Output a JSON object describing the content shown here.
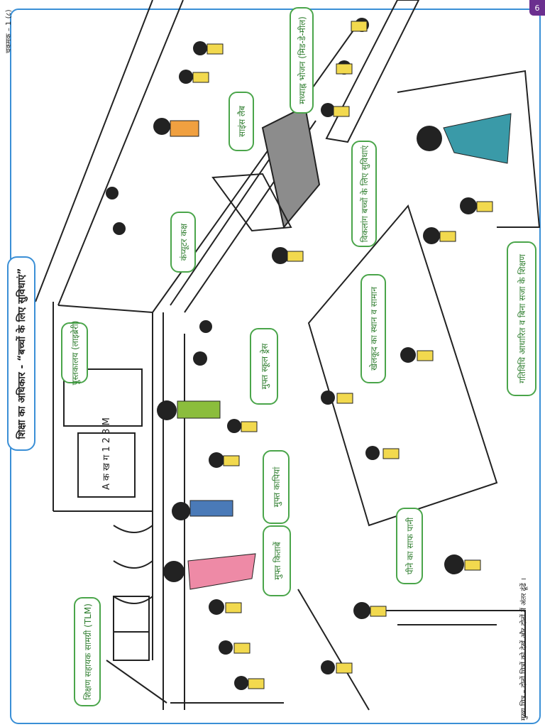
{
  "header": {
    "page_ref": "चकमक – 1 (८)",
    "title": "शिक्षा का अधिकार - “बच्चों के लिए सुविधाएं”",
    "page_number": "6"
  },
  "labels": {
    "mid_day_meal": "मध्याह्न भोजन (मिड-डे-मील)",
    "science_lab": "साइंस लैब",
    "computer_room": "कंप्यूटर कक्ष",
    "disabled_facilities": "विकलांग बच्चों के लिए सुविधाएं",
    "library": "पुस्तकालय (लाइब्रेरी)",
    "free_uniform": "मुफ्त स्कूल ड्रेस",
    "playground": "खेलकूद का स्थान व सामान",
    "free_notebooks": "मुफ्त कापियां",
    "activity_teaching": "गतिविधि आधारित व बिना सजा के शिक्षण",
    "free_books": "मुफ्त किताबें",
    "drinking_water": "पीने का साफ पानी",
    "tlm": "शिक्षण सहायक सामग्री (TLM)"
  },
  "footer": {
    "note": "मुख्य चित्र – दोनों चित्रों को देखें और दोनों में अंतर ढूंढें ।"
  },
  "blackboard": {
    "text": "A क ख ग 1 2 3 M"
  },
  "colors": {
    "frame": "#3a8fd6",
    "label_border": "#4aa54a",
    "label_text": "#2e7d2e",
    "uniform_yellow": "#f2d94e",
    "tab_purple": "#6b2f8f"
  }
}
